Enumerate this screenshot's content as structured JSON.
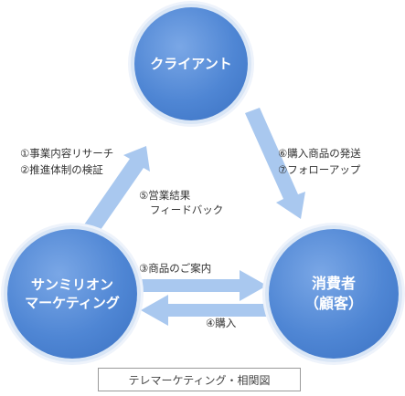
{
  "nodes": {
    "client": "クライアント",
    "sanmillion_line1": "サンミリオン",
    "sanmillion_line2": "マーケティング",
    "consumer_line1": "消費者",
    "consumer_line2": "（顧客）"
  },
  "labels": {
    "step1": "①事業内容リサーチ",
    "step2": "②推進体制の検証",
    "step3": "③商品のご案内",
    "step4": "④購入",
    "step5_line1": "⑤営業結果",
    "step5_line2": "フィードバック",
    "step6": "⑥購入商品の発送",
    "step7": "⑦フォローアップ"
  },
  "caption": "テレマーケティング・相関図",
  "colors": {
    "node": "#4f86d4",
    "arrow": "#a9c8ef",
    "text": "#333333"
  }
}
